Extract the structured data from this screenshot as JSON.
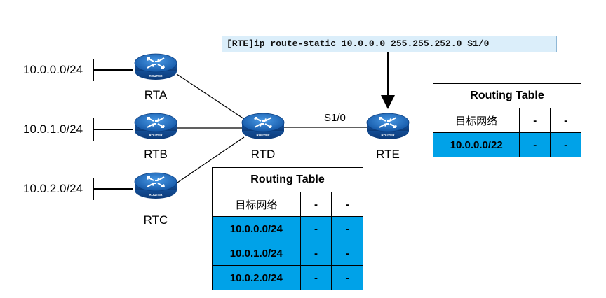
{
  "command": {
    "text": "[RTE]ip route-static 10.0.0.0 255.255.252.0 S1/0"
  },
  "networks": {
    "a": "10.0.0.0/24",
    "b": "10.0.1.0/24",
    "c": "10.0.2.0/24"
  },
  "routers": {
    "rta": "RTA",
    "rtb": "RTB",
    "rtc": "RTC",
    "rtd": "RTD",
    "rte": "RTE",
    "icon_text": "ROUTER"
  },
  "interface_label": "S1/0",
  "colors": {
    "router_body": "#1f6fc0",
    "highlight_row": "#00a2e8",
    "command_bg": "#dbeefa"
  },
  "rte_table": {
    "title": "Routing Table",
    "header": [
      "目标网络",
      "-",
      "-"
    ],
    "rows": [
      [
        "10.0.0.0/22",
        "-",
        "-"
      ]
    ]
  },
  "rtd_table": {
    "title": "Routing Table",
    "header": [
      "目标网络",
      "-",
      "-"
    ],
    "rows": [
      [
        "10.0.0.0/24",
        "-",
        "-"
      ],
      [
        "10.0.1.0/24",
        "-",
        "-"
      ],
      [
        "10.0.2.0/24",
        "-",
        "-"
      ]
    ]
  }
}
